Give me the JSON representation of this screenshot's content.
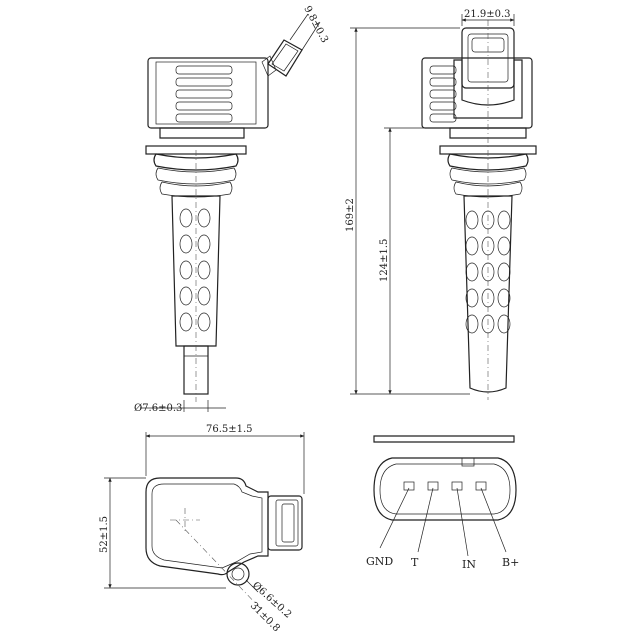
{
  "dimensions": {
    "connector_tilt_width": "9.8±0.3",
    "connector_width": "21.9±0.3",
    "total_length": "169±2",
    "body_length": "124±1.5",
    "tip_diameter": "Ø7.6±0.3",
    "head_width": "76.5±1.5",
    "head_depth": "52±1.5",
    "hole_diameter": "Ø6.6±0.2",
    "hole_offset": "31±0.8"
  },
  "pins": [
    "GND",
    "T",
    "IN",
    "B+"
  ]
}
